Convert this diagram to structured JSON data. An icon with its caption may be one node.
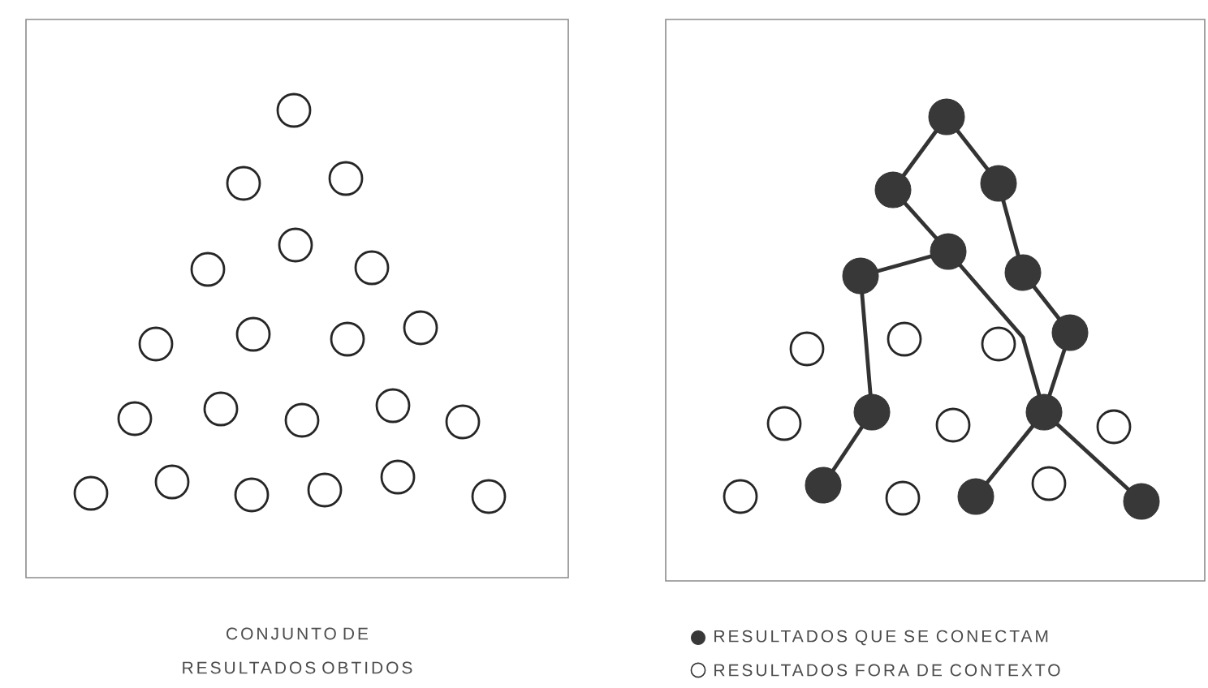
{
  "diagram": {
    "nodes": [
      {
        "text": [
          "CONJUNTO DE RESULTADOS OBTIDOS"
        ]
      },
      {
        "text": [],
        "shape": "circle",
        "in": 0
      },
      {
        "text": [],
        "shape": "circle",
        "in": 0
      },
      {
        "text": [],
        "shape": "circle",
        "in": 0
      },
      {
        "text": [],
        "shape": "circle",
        "in": 0
      },
      {
        "text": [],
        "shape": "circle",
        "in": 0
      },
      {
        "text": [],
        "shape": "circle",
        "in": 0
      },
      {
        "text": [],
        "shape": "circle",
        "in": 0
      },
      {
        "text": [],
        "shape": "circle",
        "in": 0
      },
      {
        "text": [],
        "shape": "circle",
        "in": 0
      },
      {
        "text": [],
        "shape": "circle",
        "in": 0
      },
      {
        "text": [],
        "shape": "circle",
        "in": 0
      },
      {
        "text": [],
        "shape": "circle",
        "in": 0
      },
      {
        "text": [],
        "shape": "circle",
        "in": 0
      },
      {
        "text": [],
        "shape": "circle",
        "in": 0
      },
      {
        "text": [],
        "shape": "circle",
        "in": 0
      },
      {
        "text": [],
        "shape": "circle",
        "in": 0
      },
      {
        "text": [],
        "shape": "circle",
        "in": 0
      },
      {
        "text": [],
        "shape": "circle",
        "in": 0
      },
      {
        "text": [],
        "shape": "circle",
        "in": 0
      },
      {
        "text": [],
        "shape": "circle",
        "in": 0
      },
      {
        "text": [],
        "shape": "circle",
        "in": 0
      },
      {
        "text": [],
        "shape": "box"
      },
      {
        "text": [],
        "shape": "disc",
        "in": 22
      },
      {
        "text": [],
        "shape": "disc",
        "in": 22
      },
      {
        "text": [],
        "shape": "disc",
        "in": 22
      },
      {
        "text": [],
        "shape": "disc",
        "in": 22
      },
      {
        "text": [],
        "shape": "disc",
        "in": 22
      },
      {
        "text": [],
        "shape": "disc",
        "in": 22
      },
      {
        "text": [],
        "shape": "circle",
        "in": 22
      },
      {
        "text": [],
        "shape": "circle",
        "in": 22
      },
      {
        "text": [],
        "shape": "circle",
        "in": 22
      },
      {
        "text": [],
        "shape": "disc",
        "in": 22
      },
      {
        "text": [],
        "shape": "circle",
        "in": 22
      },
      {
        "text": [],
        "shape": "disc",
        "in": 22
      },
      {
        "text": [],
        "shape": "circle",
        "in": 22
      },
      {
        "text": [],
        "shape": "disc",
        "in": 22
      },
      {
        "text": [],
        "shape": "circle",
        "in": 22
      },
      {
        "text": [],
        "shape": "circle",
        "in": 22
      },
      {
        "text": [],
        "shape": "disc",
        "in": 22
      },
      {
        "text": [],
        "shape": "circle",
        "in": 22
      },
      {
        "text": [],
        "shape": "disc",
        "in": 22
      },
      {
        "text": [],
        "shape": "circle",
        "in": 22
      },
      {
        "text": [],
        "shape": "disc",
        "in": 22
      }
    ],
    "edges": [
      {
        "from": 23,
        "to": 24,
        "arrow": "none"
      },
      {
        "from": 23,
        "to": 25,
        "arrow": "none"
      },
      {
        "from": 24,
        "to": 27,
        "arrow": "none"
      },
      {
        "from": 27,
        "to": 26,
        "arrow": "none"
      },
      {
        "from": 26,
        "to": 34,
        "arrow": "none"
      },
      {
        "from": 34,
        "to": 39,
        "arrow": "none"
      },
      {
        "from": 25,
        "to": 28,
        "arrow": "none"
      },
      {
        "from": 28,
        "to": 32,
        "arrow": "none"
      },
      {
        "from": 32,
        "to": 36,
        "arrow": "none"
      },
      {
        "from": 27,
        "to": 36,
        "arrow": "none"
      },
      {
        "from": 36,
        "to": 41,
        "arrow": "none"
      },
      {
        "from": 36,
        "to": 43,
        "arrow": "none"
      }
    ],
    "legend": [
      {
        "text": "RESULTADOS QUE SE CONECTAM"
      },
      {
        "text": "RESULTADOS FORA DE CONTEXTO"
      }
    ]
  }
}
